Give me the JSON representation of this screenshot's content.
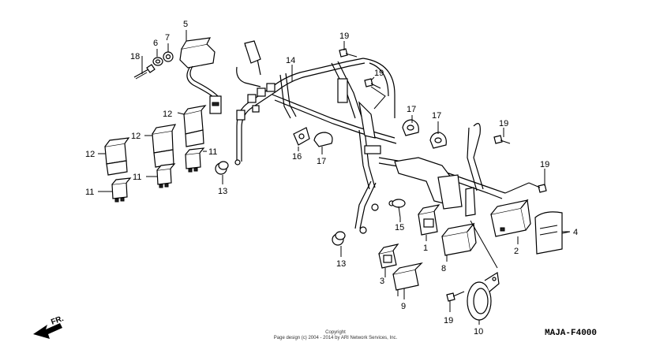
{
  "callouts": {
    "c1": "1",
    "c2": "2",
    "c3": "3",
    "c4": "4",
    "c5": "5",
    "c6": "6",
    "c7": "7",
    "c8": "8",
    "c9": "9",
    "c10": "10",
    "c11a": "11",
    "c11b": "11",
    "c11c": "11",
    "c12a": "12",
    "c12b": "12",
    "c12c": "12",
    "c13a": "13",
    "c13b": "13",
    "c14": "14",
    "c15": "15",
    "c16": "16",
    "c17a": "17",
    "c17b": "17",
    "c17c": "17",
    "c18": "18",
    "c19a": "19",
    "c19b": "19",
    "c19c": "19",
    "c19d": "19",
    "c19e": "19"
  },
  "direction_label": "FR.",
  "copyright": {
    "line1": "Copyright",
    "line2": "Page design (c) 2004 - 2014 by ARI Network Services, Inc."
  },
  "diagram_code": "MAJA-F4000"
}
